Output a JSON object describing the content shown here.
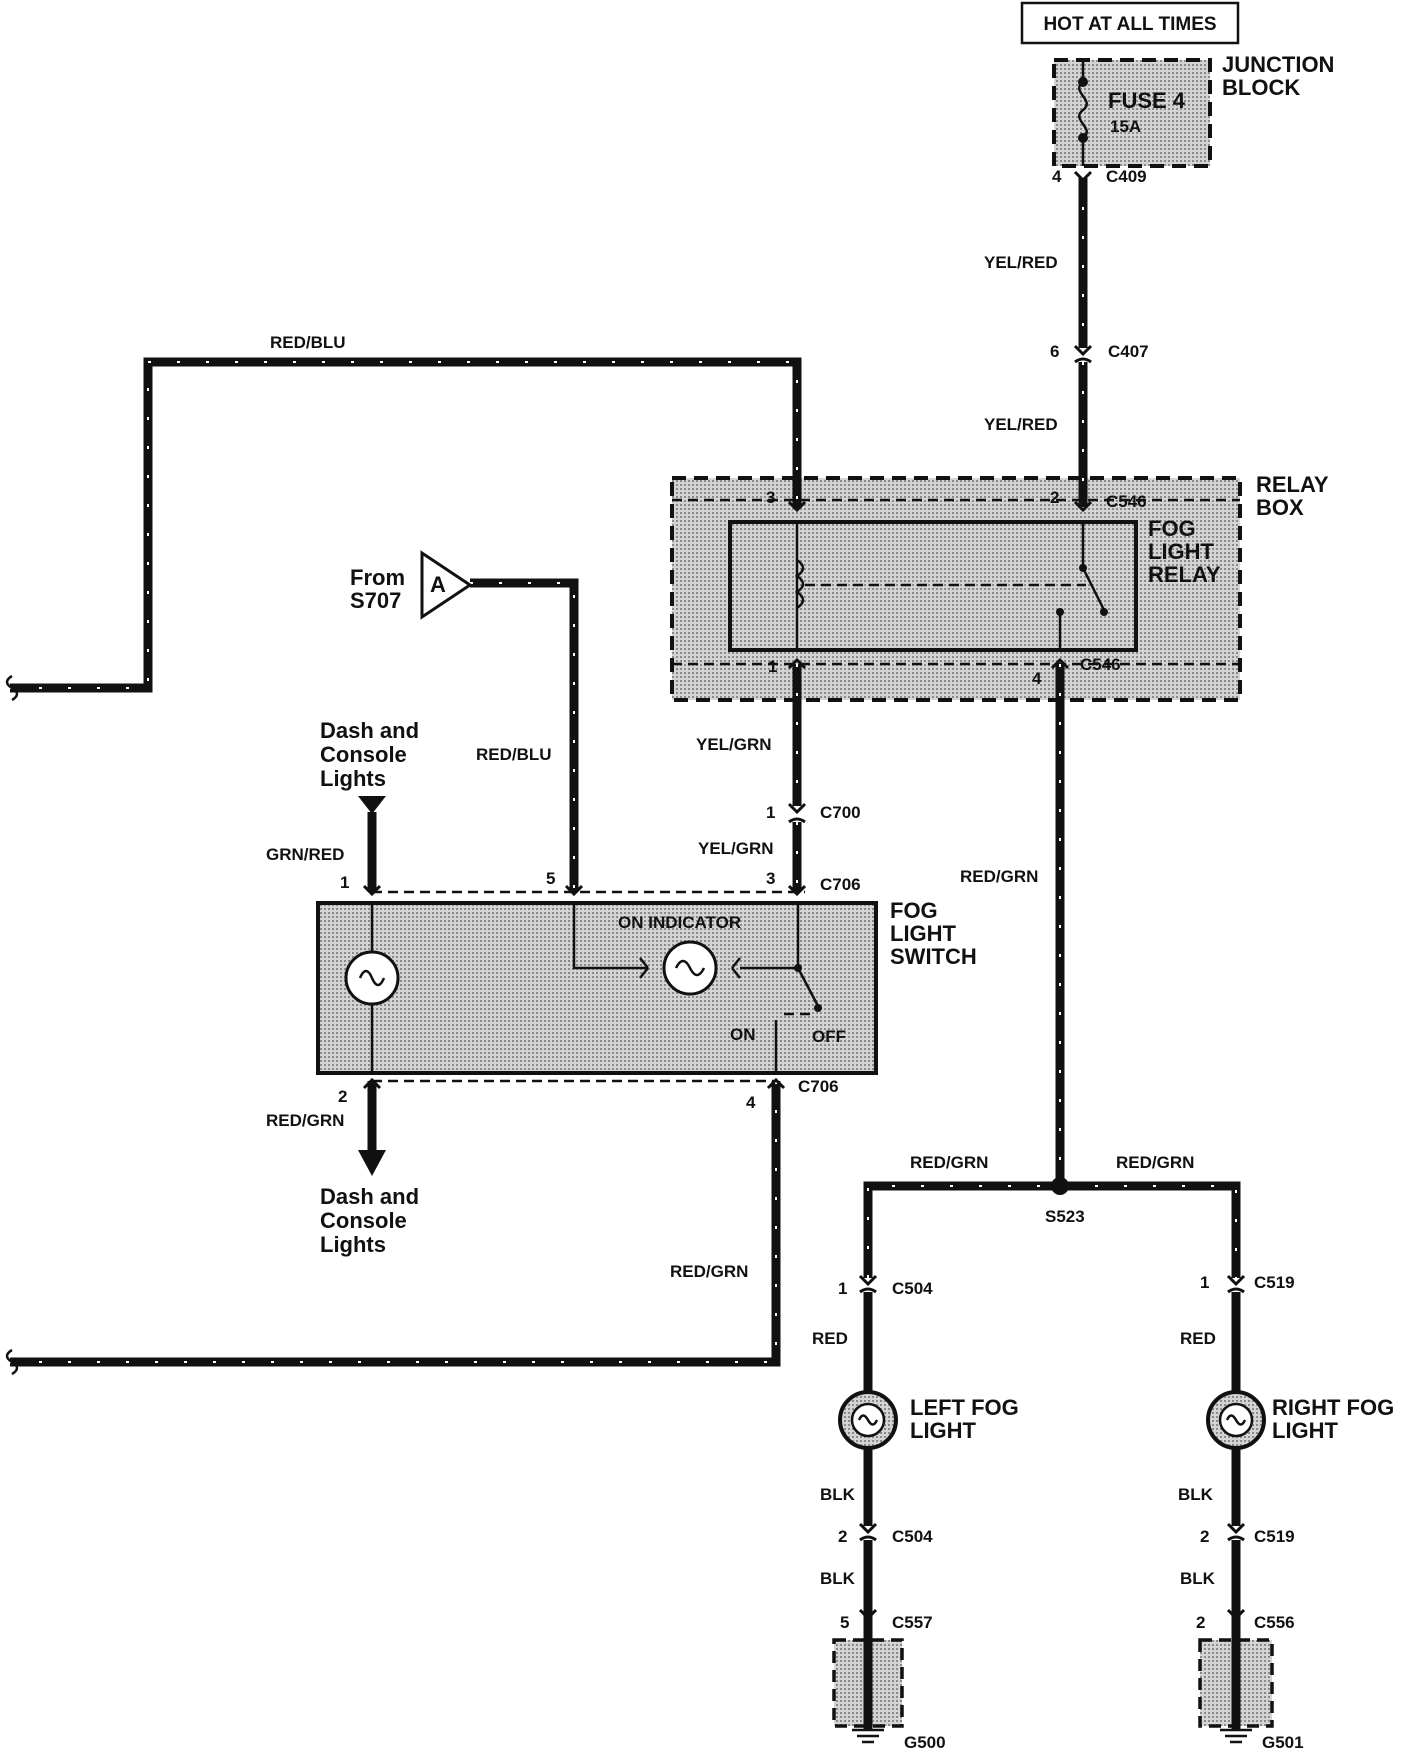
{
  "power": {
    "hot_label": "HOT AT ALL TIMES"
  },
  "junction_block": {
    "line1": "JUNCTION",
    "line2": "BLOCK",
    "fuse_name": "FUSE 4",
    "fuse_rating": "15A"
  },
  "relay_box": {
    "line1": "RELAY",
    "line2": "BOX",
    "relay_line1": "FOG",
    "relay_line2": "LIGHT",
    "relay_line3": "RELAY"
  },
  "fog_switch": {
    "line1": "FOG",
    "line2": "LIGHT",
    "line3": "SWITCH",
    "indicator": "ON  INDICATOR",
    "on": "ON",
    "off": "OFF"
  },
  "connectors": {
    "c409": "C409",
    "c407": "C407",
    "c546_top": "C546",
    "c546_bot": "C546",
    "c700": "C700",
    "c706_top": "C706",
    "c706_bot": "C706",
    "c504_1": "C504",
    "c504_2": "C504",
    "c519_1": "C519",
    "c519_2": "C519",
    "c557": "C557",
    "c556": "C556"
  },
  "pins": {
    "c409": "4",
    "c407": "6",
    "relay_3": "3",
    "relay_2": "2",
    "relay_1": "1",
    "relay_4": "4",
    "c700": "1",
    "sw_1": "1",
    "sw_5": "5",
    "sw_3": "3",
    "sw_2": "2",
    "sw_4": "4",
    "c504_1": "1",
    "c519_1": "1",
    "c504_2": "2",
    "c519_2": "2",
    "c557": "5",
    "c556": "2"
  },
  "wires": {
    "yel_red_1": "YEL/RED",
    "yel_red_2": "YEL/RED",
    "red_blu_top": "RED/BLU",
    "red_blu_mid": "RED/BLU",
    "yel_grn_1": "YEL/GRN",
    "yel_grn_2": "YEL/GRN",
    "red_grn_relay": "RED/GRN",
    "grn_red": "GRN/RED",
    "red_grn_dash": "RED/GRN",
    "red_grn_bottom": "RED/GRN",
    "red_grn_left": "RED/GRN",
    "red_grn_right": "RED/GRN",
    "red_left": "RED",
    "red_right": "RED",
    "blk_l1": "BLK",
    "blk_l2": "BLK",
    "blk_r1": "BLK",
    "blk_r2": "BLK"
  },
  "references": {
    "from_line1": "From",
    "from_line2": "S707",
    "triangle": "A"
  },
  "dash_lights": {
    "line1": "Dash and",
    "line2": "Console",
    "line3": "Lights"
  },
  "splice": {
    "label": "S523"
  },
  "lamps": {
    "left_line1": "LEFT FOG",
    "left_line2": "LIGHT",
    "right_line1": "RIGHT FOG",
    "right_line2": "LIGHT"
  },
  "grounds": {
    "g500": "G500",
    "g501": "G501"
  }
}
